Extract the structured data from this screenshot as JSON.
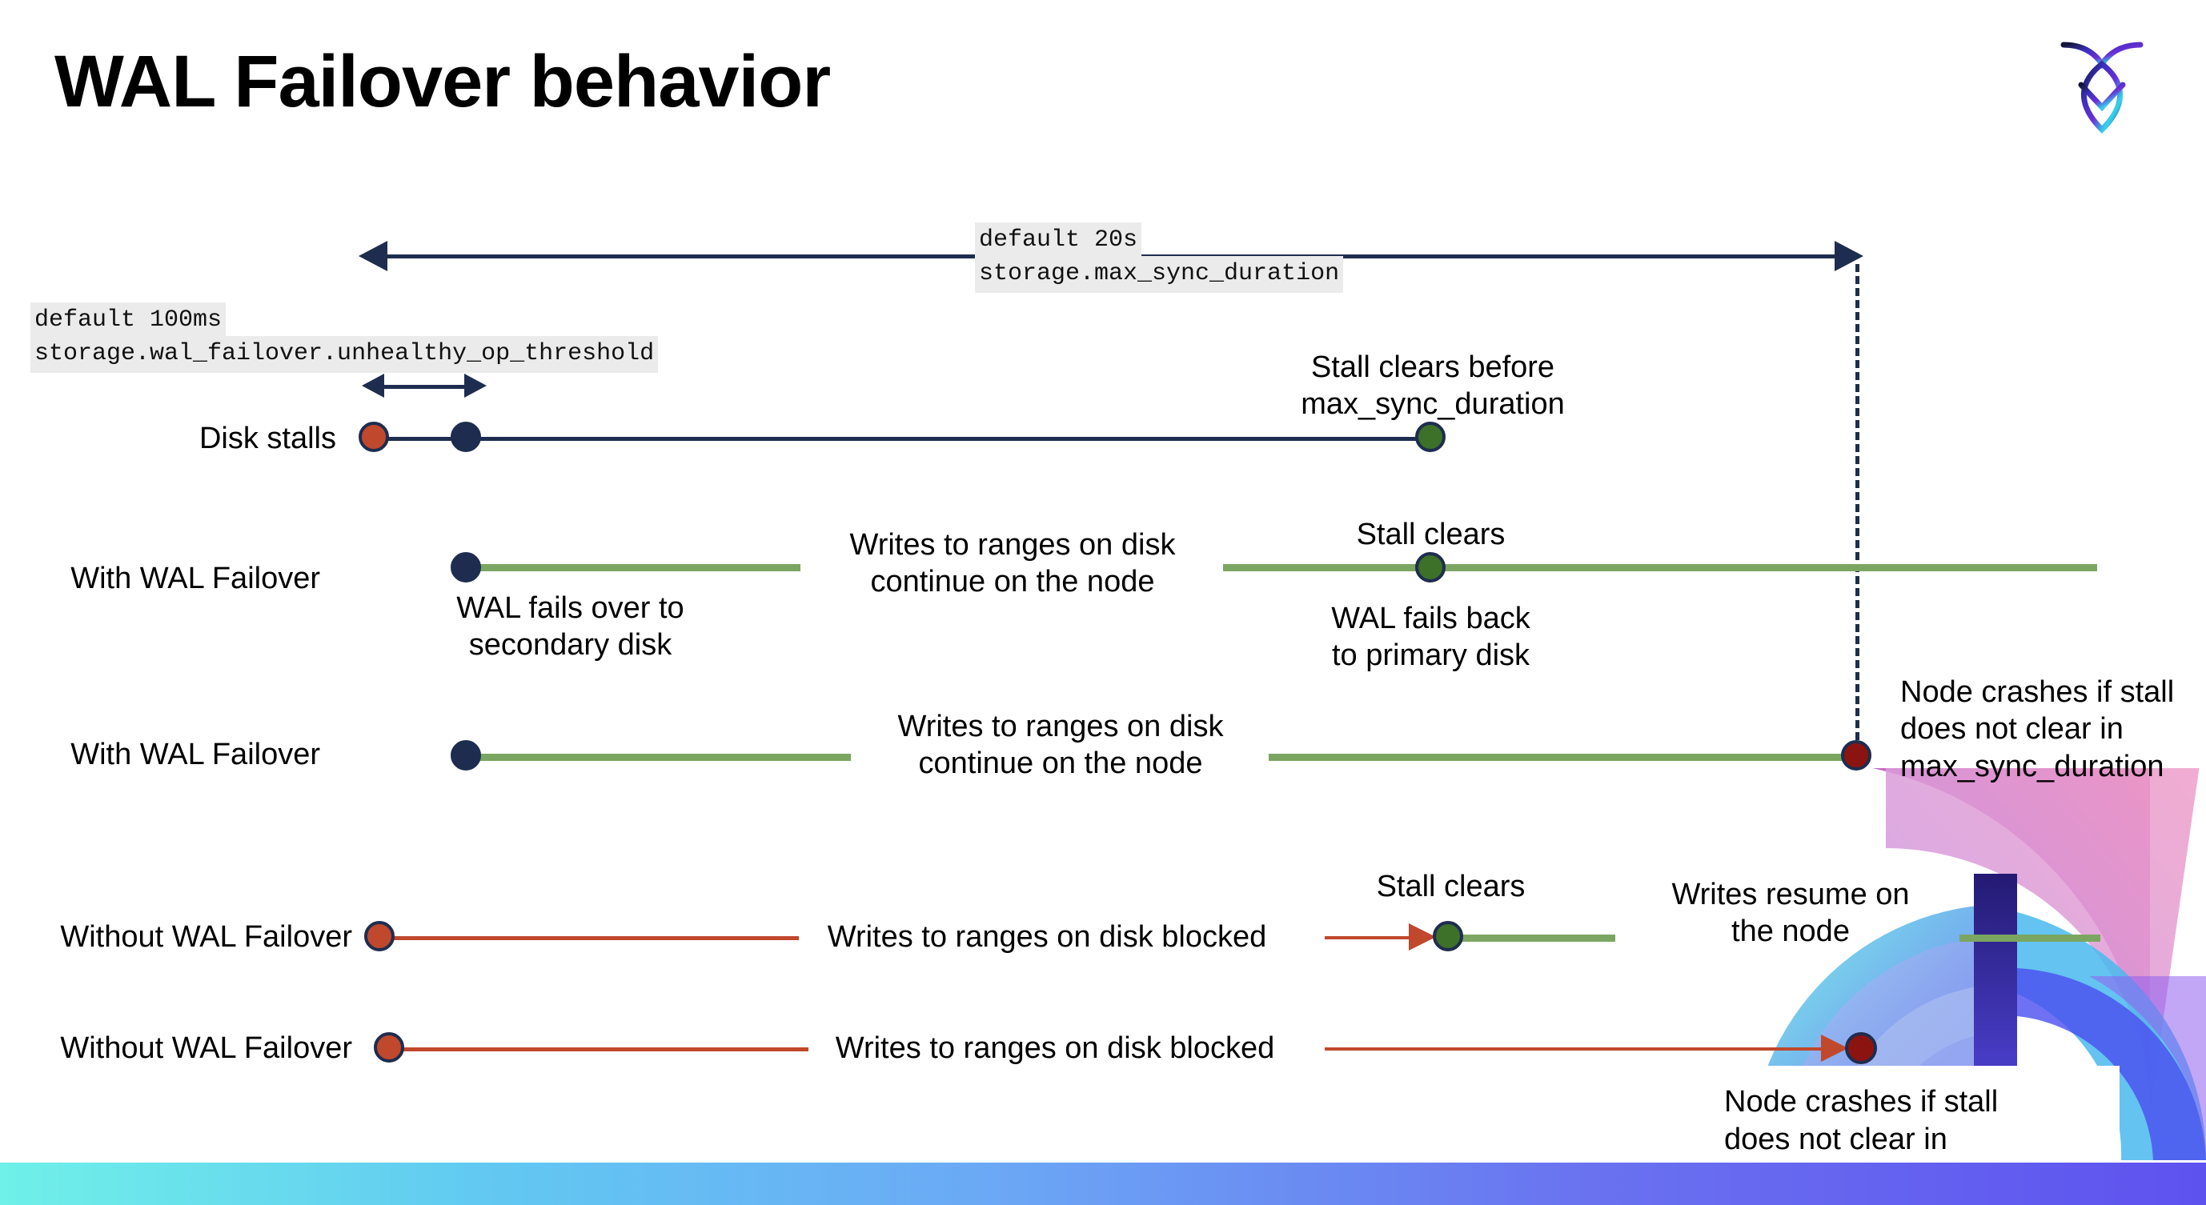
{
  "slide": {
    "title": "WAL Failover behavior",
    "brand_logo": "cockroachdb-logo",
    "background": "#ffffff",
    "accent_bar_gradient": [
      "#6ff0e8",
      "#62c9f2",
      "#6ba8f5",
      "#6a72f0",
      "#5e52ef"
    ]
  },
  "colors": {
    "navy": "#1e2d4f",
    "red": "#c0482c",
    "dark_red": "#8c1410",
    "green_line": "#7ba661",
    "green_dot": "#3d7028",
    "chip_bg": "#ebebeb"
  },
  "settings": {
    "max_sync_duration": {
      "default_label": "default 20s",
      "setting_name": "storage.max_sync_duration"
    },
    "unhealthy_op_threshold": {
      "default_label": "default 100ms",
      "setting_name": "storage.wal_failover.unhealthy_op_threshold"
    }
  },
  "rows": [
    {
      "label": "Disk stalls",
      "notes": [
        "Stall clears before\nmax_sync_duration"
      ]
    },
    {
      "label": "With WAL Failover",
      "notes": [
        "WAL fails over to\nsecondary disk",
        "Writes to ranges on disk\ncontinue on the node",
        "Stall clears",
        "WAL fails  back\nto primary disk"
      ]
    },
    {
      "label": "With WAL Failover",
      "notes": [
        "Writes to ranges on disk\ncontinue on the node",
        "Node crashes if stall\ndoes not clear in\nmax_sync_duration"
      ]
    },
    {
      "label": "Without WAL Failover",
      "notes": [
        "Writes to ranges on disk  blocked",
        "Stall clears",
        "Writes resume on\nthe node"
      ]
    },
    {
      "label": "Without WAL Failover",
      "notes": [
        "Writes to ranges on disk  blocked",
        "Node crashes if stall\ndoes not clear in\nmax_sync_duration"
      ]
    }
  ]
}
